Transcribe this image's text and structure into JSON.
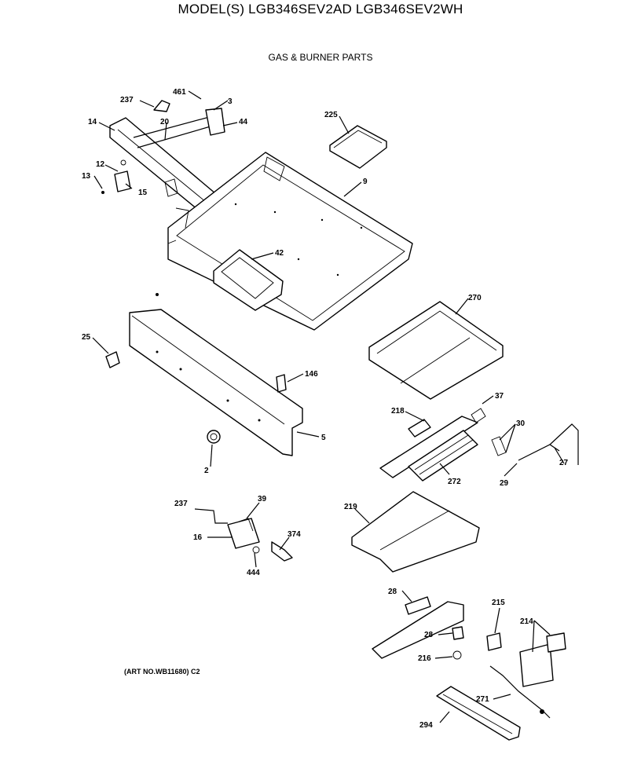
{
  "header": {
    "title": "MODEL(S) LGB346SEV2AD  LGB346SEV2WH",
    "subtitle": "GAS & BURNER PARTS"
  },
  "footer": {
    "art_number": "(ART NO.WB11680) C2"
  },
  "callouts": {
    "c237a": "237",
    "c461": "461",
    "c3": "3",
    "c44": "44",
    "c14": "14",
    "c20": "20",
    "c225": "225",
    "c12": "12",
    "c13": "13",
    "c15": "15",
    "c9": "9",
    "c42": "42",
    "c270": "270",
    "c25": "25",
    "c146": "146",
    "c37": "37",
    "c218": "218",
    "c30": "30",
    "c5": "5",
    "c2": "2",
    "c272": "272",
    "c29": "29",
    "c27": "27",
    "c237b": "237",
    "c39": "39",
    "c219": "219",
    "c16": "16",
    "c374": "374",
    "c444": "444",
    "c28a": "28",
    "c215": "215",
    "c214": "214",
    "c28b": "28",
    "c216": "216",
    "c271": "271",
    "c294": "294"
  }
}
